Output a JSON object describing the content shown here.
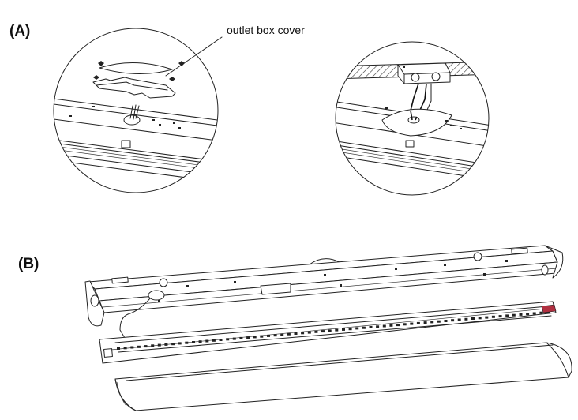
{
  "figure": {
    "panel_a_label": "(A)",
    "panel_b_label": "(B)",
    "callout_outlet_box_cover": "outlet box cover"
  }
}
